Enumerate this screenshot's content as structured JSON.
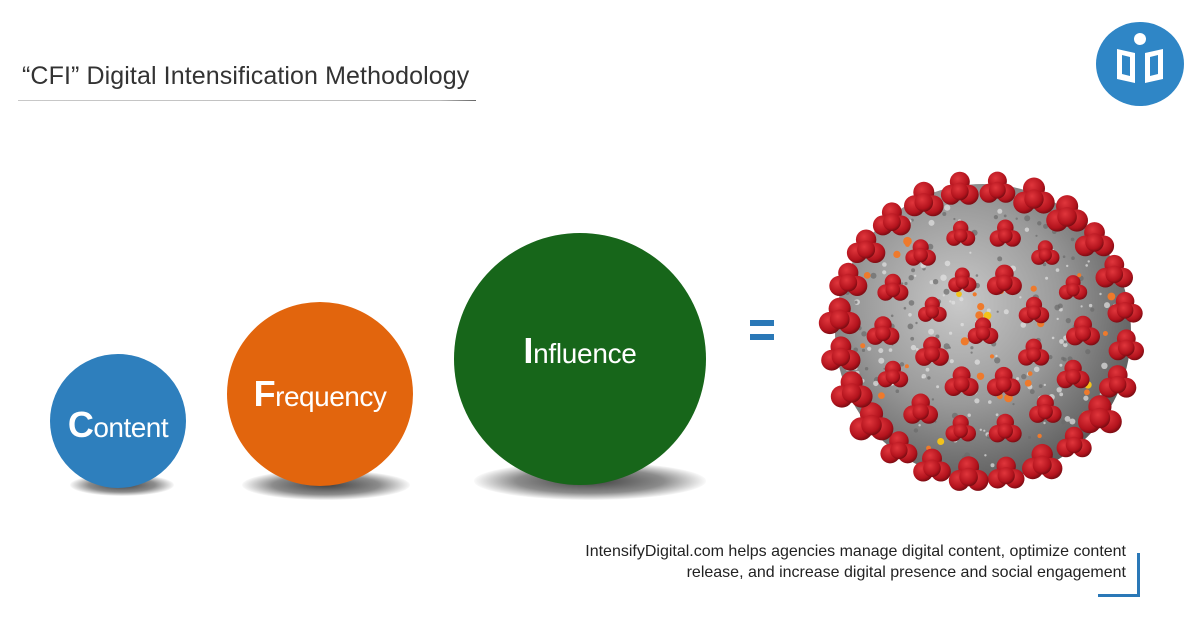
{
  "title": "“CFI” Digital Intensification Methodology",
  "circles": [
    {
      "initial": "C",
      "rest": "ontent",
      "color": "#2e7fbd"
    },
    {
      "initial": "F",
      "rest": "requency",
      "color": "#e2650d"
    },
    {
      "initial": "I",
      "rest": "nfluence",
      "color": "#17661a"
    }
  ],
  "equals_color": "#2a78b7",
  "virus_colors": {
    "body": "#9e9e9e",
    "spike": "#b3131d",
    "accent": "#ee7a2c"
  },
  "logo_colors": {
    "ring": "#2f86c6",
    "mark": "#ffffff"
  },
  "tagline": {
    "line1": "IntensifyDigital.com helps agencies manage digital content, optimize content",
    "line2": "release, and increase digital presence and social engagement"
  },
  "bracket_color": "#2a78b7"
}
